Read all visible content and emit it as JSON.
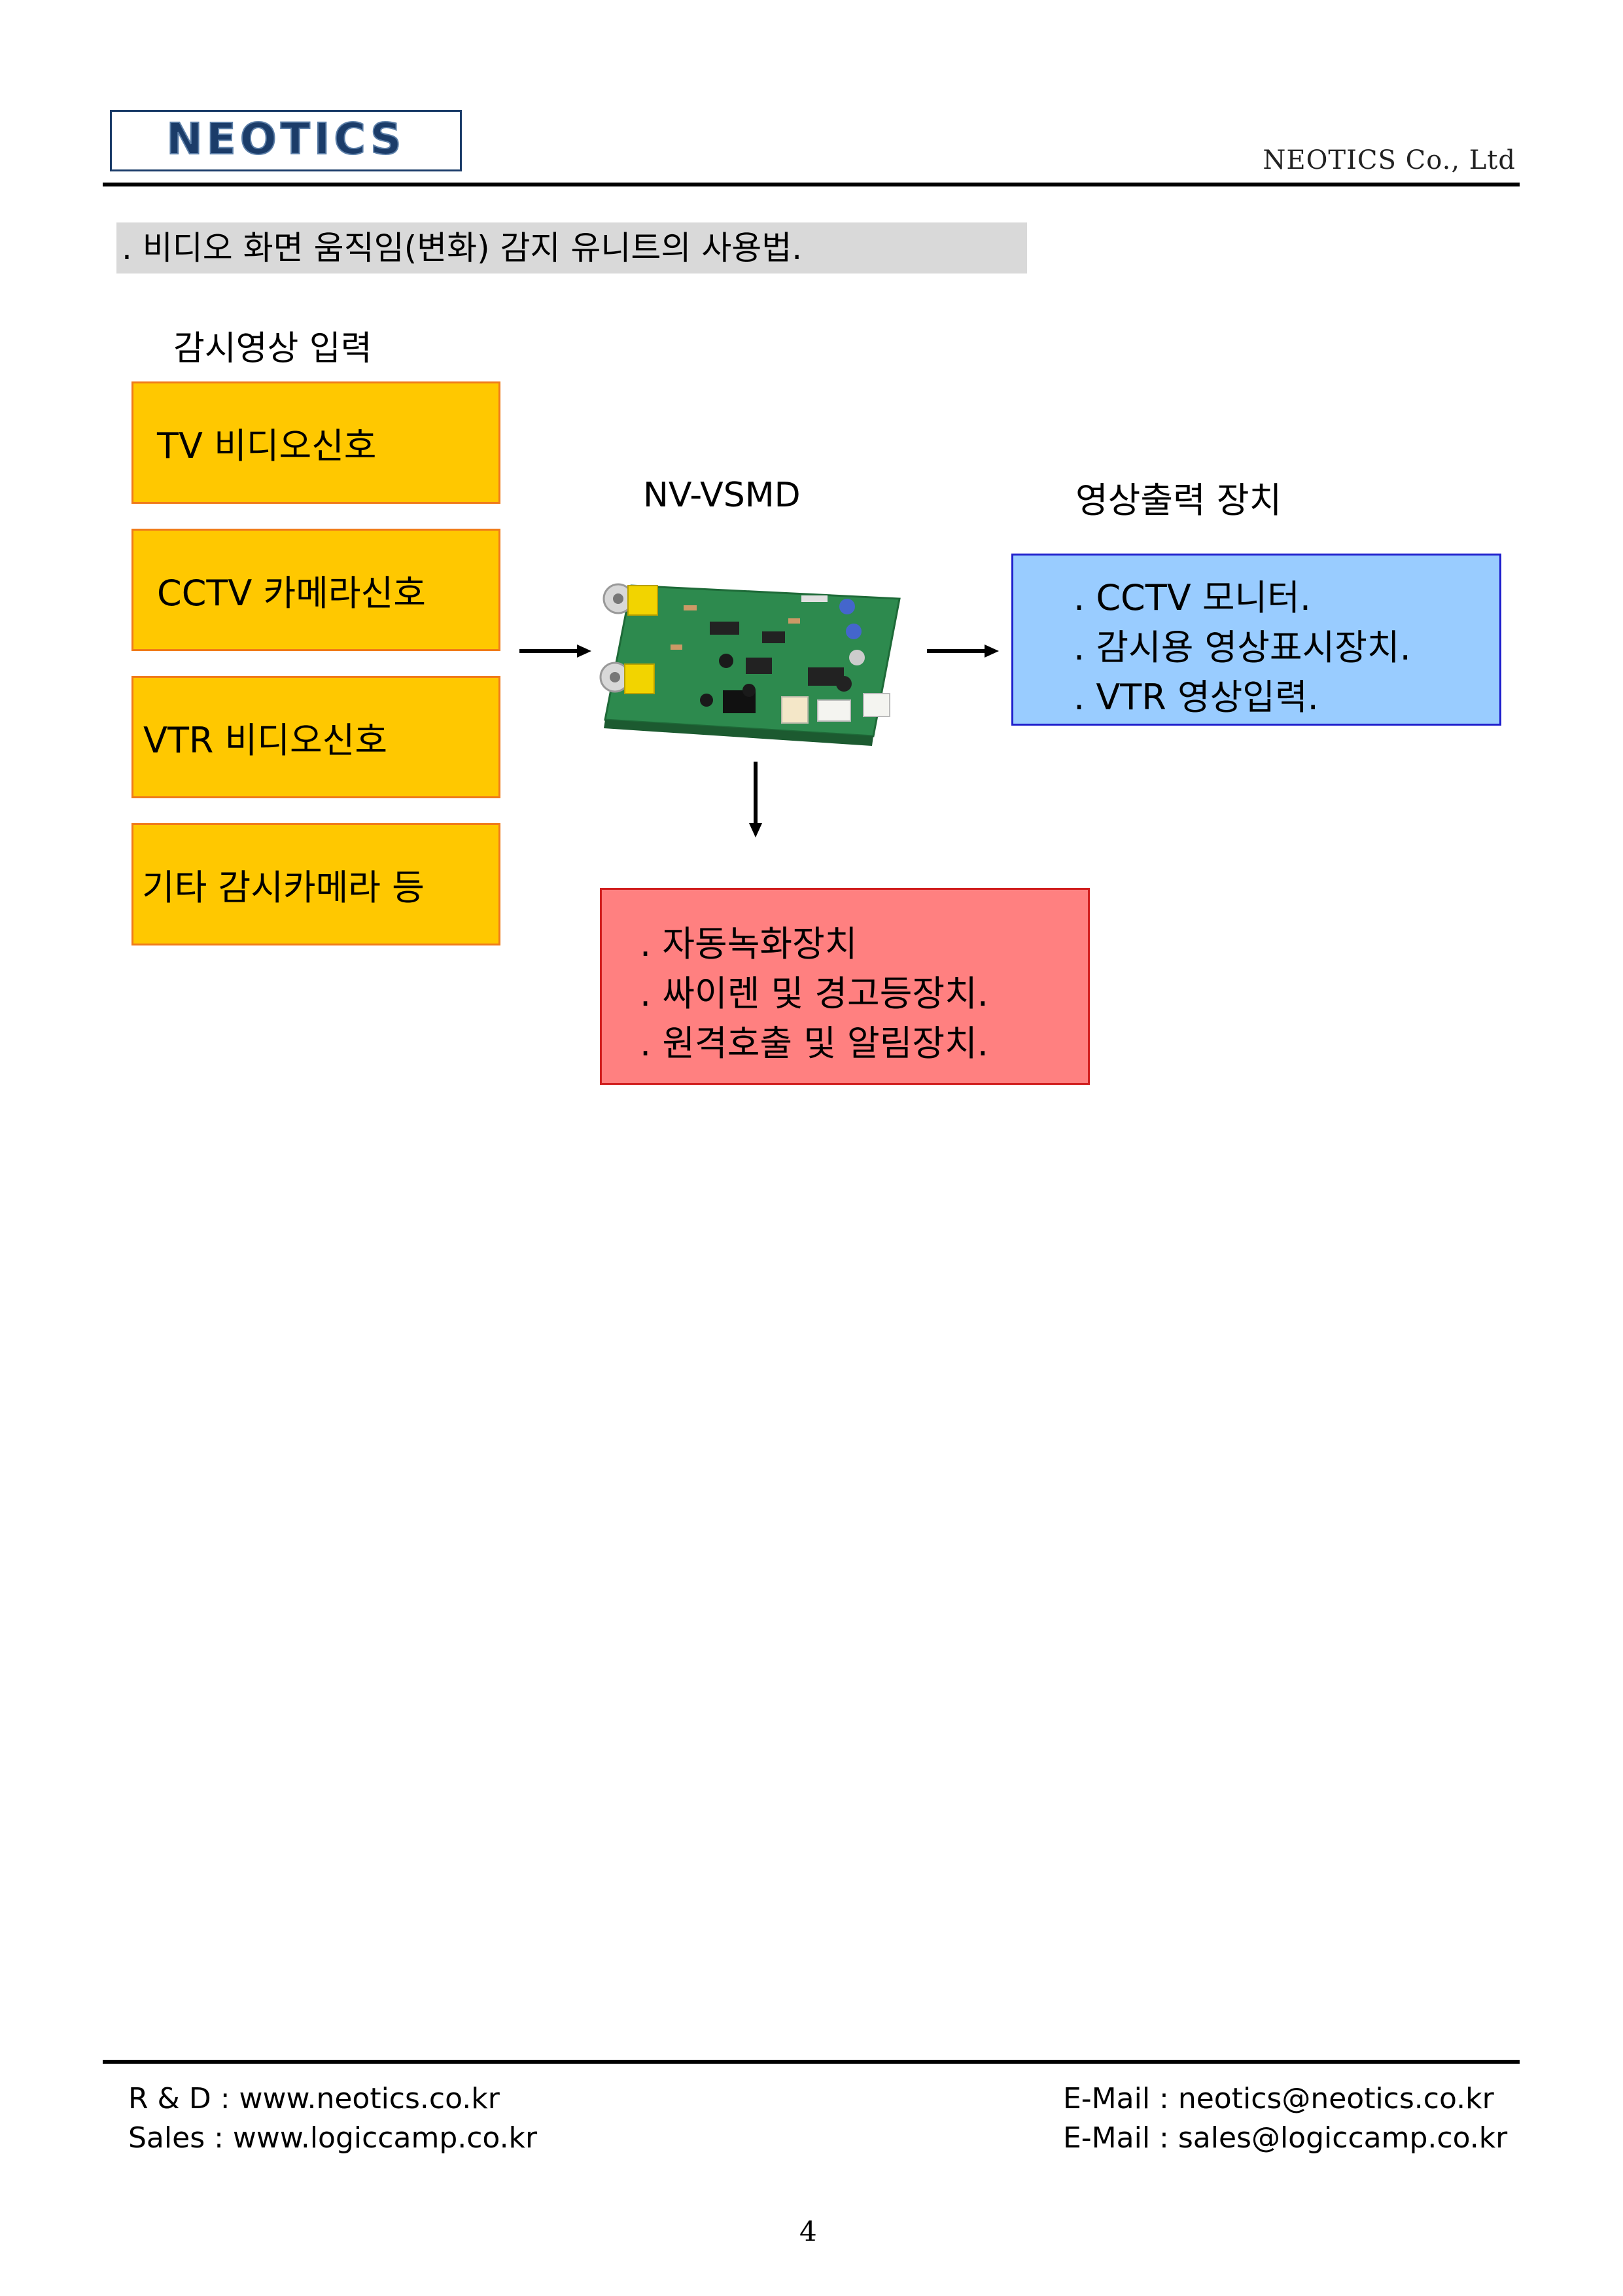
{
  "header": {
    "logo_text": "NEOTICS",
    "company": "NEOTICS Co., Ltd"
  },
  "section_title": ".  비디오 화면 움직임(변화) 감지 유니트의 사용법.",
  "diagram": {
    "input_label": "감시영상 입력",
    "inputs": [
      "TV 비디오신호",
      "CCTV 카메라신호",
      "VTR 비디오신호",
      "기타 감시카메라 등"
    ],
    "device_label": "NV-VSMD",
    "output_label": "영상출력 장치",
    "outputs": [
      ". CCTV 모니터.",
      ". 감시용 영상표시장치.",
      ". VTR 영상입력."
    ],
    "alarm_outputs": [
      ". 자동녹화장치",
      ". 싸이렌 및 경고등장치.",
      ". 원격호출 및 알림장치."
    ]
  },
  "footer": {
    "rd": "R & D : www.neotics.co.kr",
    "sales": "Sales : www.logiccamp.co.kr",
    "email_rd": "E-Mail : neotics@neotics.co.kr",
    "email_sales": "E-Mail : sales@logiccamp.co.kr",
    "page": "4"
  },
  "colors": {
    "input_box": "#ffc800",
    "output_box": "#99ccff",
    "alarm_box": "#ff8080",
    "logo": "#1b3c69"
  }
}
